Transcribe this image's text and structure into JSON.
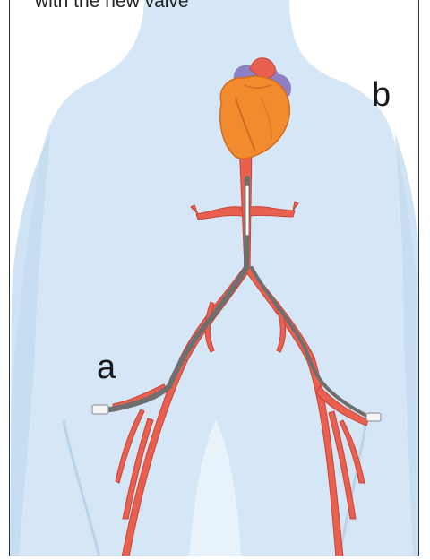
{
  "figure": {
    "caption": "with the new valve",
    "labels": {
      "a": "a",
      "b": "b"
    },
    "colors": {
      "body": "#d3e6f6",
      "body_shadow": "#b7d3ee",
      "artery": "#e9604f",
      "artery_dark": "#c8443a",
      "catheter": "#6e6e6e",
      "heart": "#f0882e",
      "heart_vessels": "#8d7fc4"
    }
  }
}
